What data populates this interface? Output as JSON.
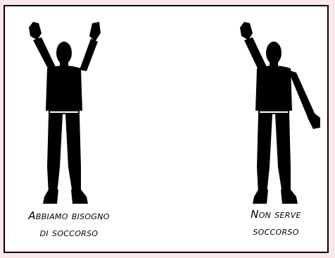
{
  "colors": {
    "background": "#fbe9ea",
    "panel": "#ffffff",
    "silhouette": "#000000"
  },
  "figures": [
    {
      "name": "both-arms-raised",
      "caption_lines": [
        "Abbiamo bisogno",
        "di soccorso"
      ]
    },
    {
      "name": "one-arm-raised",
      "caption_lines": [
        "Non serve",
        "soccorso"
      ]
    }
  ]
}
